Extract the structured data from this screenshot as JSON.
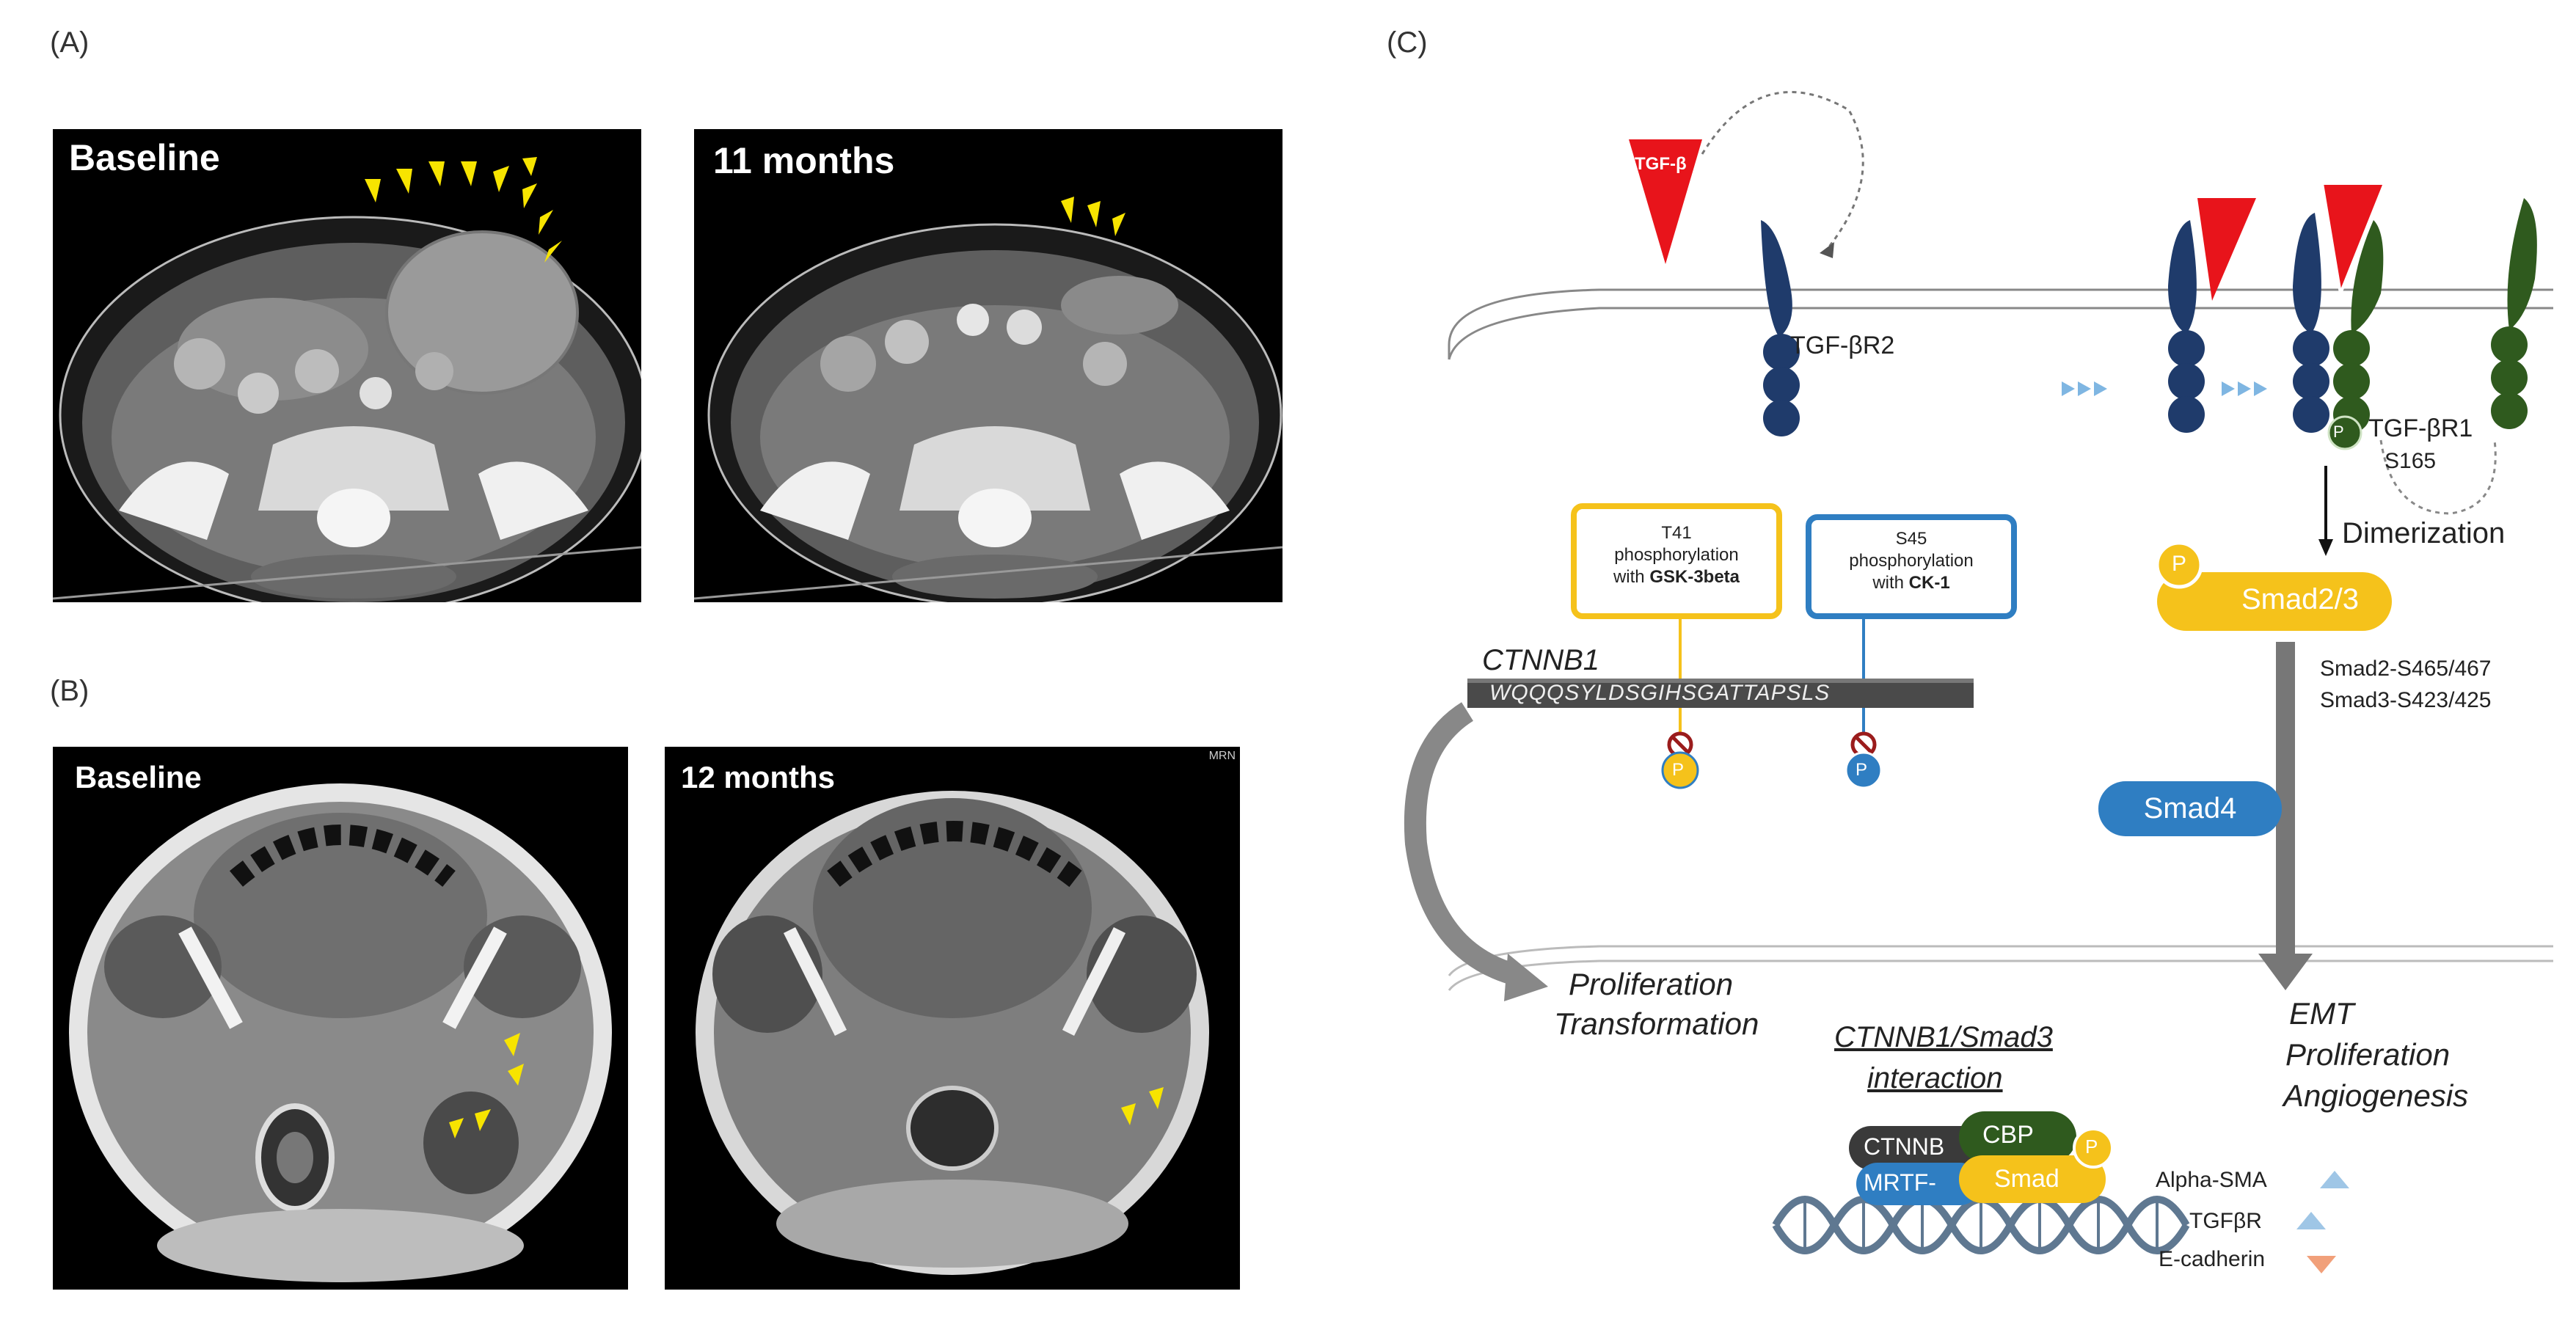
{
  "panels": {
    "a_letter": "(A)",
    "b_letter": "(B)",
    "c_letter": "(C)"
  },
  "ct": {
    "left_label": "Baseline",
    "right_label": "11 months"
  },
  "mri": {
    "left_label": "Baseline",
    "right_label": "12 months",
    "corner_text": "MRN"
  },
  "diagram": {
    "tgf_beta": "TGF-β",
    "tgfbr2": "TGF-βR2",
    "tgfbr1": "TGF-βR1",
    "s165": "S165",
    "phospho": "P",
    "dimerization": "Dimerization",
    "smad23": "Smad2/3",
    "smad2_site": "Smad2-S465/467",
    "smad3_site": "Smad3-S423/425",
    "smad4": "Smad4",
    "t41_line1": "T41",
    "t41_line2": "phosphorylation",
    "t41_line3_prefix": "with ",
    "t41_enzyme": "GSK-3beta",
    "s45_line1": "S45",
    "s45_line2": "phosphorylation",
    "s45_line3_prefix": "with ",
    "s45_enzyme": "CK-1",
    "ctnnb1": "CTNNB1",
    "sequence": "WQQQSYLDSGIHSGATTAPSLS",
    "left_outcome_1": "Proliferation",
    "left_outcome_2": "Transformation",
    "interaction_1": "CTNNB1/Smad3",
    "interaction_2": "interaction",
    "complex_ctnnb": "CTNNB",
    "complex_cbp": "CBP",
    "complex_mrtf": "MRTF-",
    "complex_smad": "Smad",
    "right_outcome_1": "EMT",
    "right_outcome_2": "Proliferation",
    "right_outcome_3": "Angiogenesis",
    "marker_1": "Alpha-SMA",
    "marker_2": "TGFβR",
    "marker_3": "E-cadherin"
  },
  "colors": {
    "receptor_r2": "#1f3b6b",
    "receptor_r1": "#2f5a1e",
    "ligand": "#e8141b",
    "smad23": "#f5c21b",
    "smad4": "#2f7ec2",
    "t41_box": "#f5c21b",
    "s45_box": "#2f7ec2",
    "arrowhead_marker": "#f7e400"
  },
  "icons": [
    "yellow-arrowhead-marker",
    "phospho-circle-icon",
    "inhibition-icon",
    "dna-helix-icon",
    "up-arrow-icon",
    "down-arrow-icon"
  ]
}
